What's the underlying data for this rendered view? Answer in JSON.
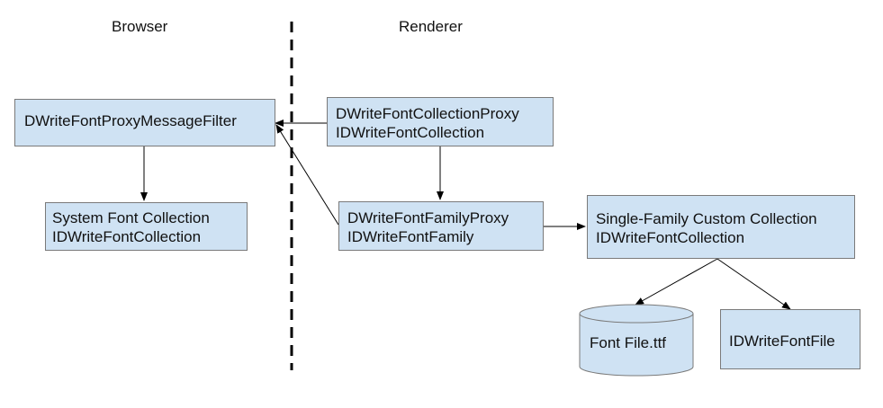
{
  "headers": {
    "browser": "Browser",
    "renderer": "Renderer"
  },
  "boxes": {
    "message_filter": {
      "lines": [
        "DWriteFontProxyMessageFilter"
      ]
    },
    "system_collection": {
      "lines": [
        "System Font Collection",
        "IDWriteFontCollection"
      ]
    },
    "collection_proxy": {
      "lines": [
        "DWriteFontCollectionProxy",
        "IDWriteFontCollection"
      ]
    },
    "family_proxy": {
      "lines": [
        "DWriteFontFamilyProxy",
        "IDWriteFontFamily"
      ]
    },
    "custom_collection": {
      "lines": [
        "Single-Family Custom Collection",
        "IDWriteFontCollection"
      ]
    },
    "font_file": {
      "lines": [
        "IDWriteFontFile"
      ]
    }
  },
  "font_file_store": {
    "label": "Font File.ttf"
  },
  "colors": {
    "box_fill": "#cfe2f3",
    "box_border": "#7a7a7a",
    "line": "#000000"
  }
}
